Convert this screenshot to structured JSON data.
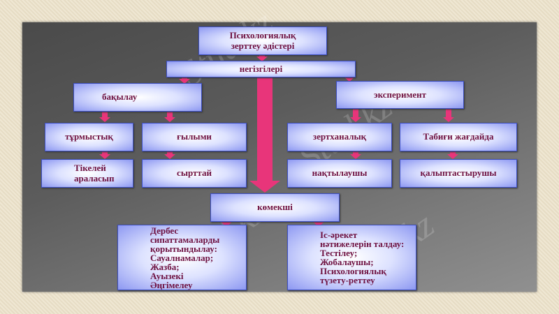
{
  "title": "Психологиялық\nзерттеу әдістері",
  "basis": "негізгілері",
  "observation": {
    "label": "бақылау",
    "children": [
      {
        "label": "тұрмыстық",
        "child": "Тікелей\nараласып"
      },
      {
        "label": "ғылыми",
        "child": "сырттай"
      }
    ]
  },
  "experiment": {
    "label": "эксперимент",
    "children": [
      {
        "label": "зертханалық",
        "child": "нақтылаушы"
      },
      {
        "label": "Табиғи жағдайда",
        "child": "қалыптастырушы"
      }
    ]
  },
  "auxiliary": {
    "label": "көмекші",
    "left": "Дербес\nсипаттамаларды\nқорытындылау:\nСауалнамалар;\nЖазба;\nАуызекі\nӘңгімелеу",
    "right": "Іс-әрекет\nнәтижелерін талдау:\nТестілеу;\nЖобалаушы;\nПсихологиялық\nтүзету-реттеу"
  },
  "watermark": "Stud.kz",
  "colors": {
    "box_text": "#6e1040",
    "arrow": "#e8357a",
    "box_border": "#3d4fc0"
  }
}
